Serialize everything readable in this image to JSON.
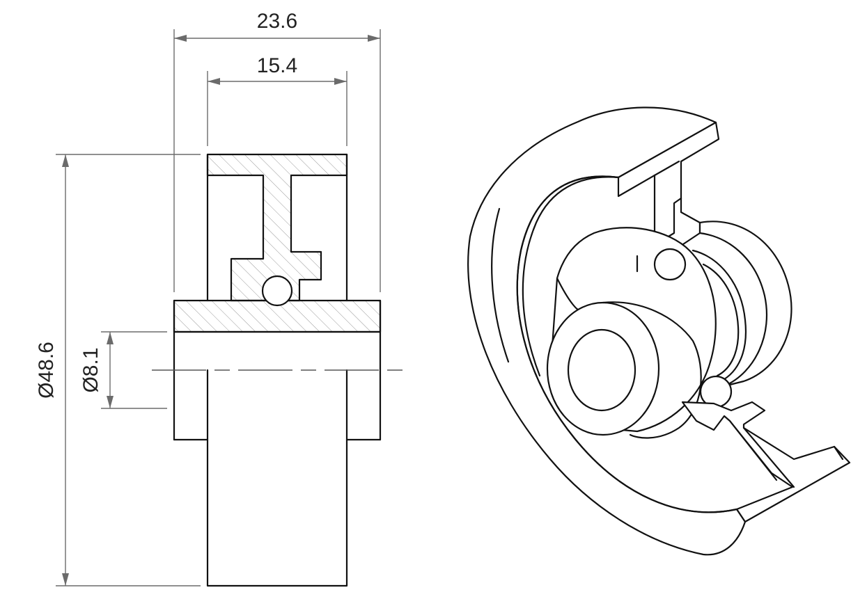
{
  "dimensions": {
    "overall_width": "23.6",
    "hub_width": "15.4",
    "outer_diameter": "Ø48.6",
    "bore_diameter": "Ø8.1"
  },
  "colors": {
    "outline": "#111111",
    "dimension_line": "#6b6b6b",
    "hatch": "#9a9a9a",
    "background": "#ffffff"
  }
}
